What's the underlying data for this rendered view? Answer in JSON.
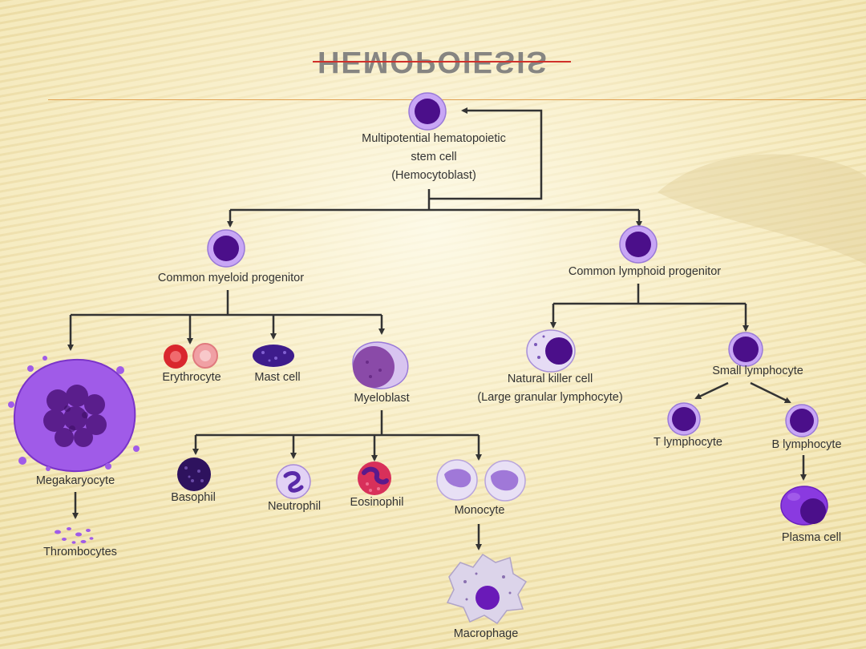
{
  "slide": {
    "title": "HEMOPOIESIS"
  },
  "colors": {
    "background": "#f3e6b3",
    "stripe": "#e8d79a",
    "cell_fill": "#c8a6f5",
    "nucleus": "#4b0f8a",
    "erythrocyte": "#d9272e",
    "eosinophil_granules": "#d8305a",
    "arrow": "#333333"
  },
  "cells": {
    "stem": {
      "line1": "Multipotential hematopoietic",
      "line2": "stem cell",
      "line3": "(Hemocytoblast)"
    },
    "myeloid": "Common myeloid progenitor",
    "lymphoid": "Common lymphoid progenitor",
    "erythrocyte": "Erythrocyte",
    "mast": "Mast cell",
    "myeloblast": "Myeloblast",
    "megakaryocyte": "Megakaryocyte",
    "thrombocytes": "Thrombocytes",
    "basophil": "Basophil",
    "neutrophil": "Neutrophil",
    "eosinophil": "Eosinophil",
    "monocyte": "Monocyte",
    "macrophage": "Macrophage",
    "nk": {
      "line1": "Natural killer cell",
      "line2": "(Large granular lymphocyte)"
    },
    "small_lymphocyte": "Small lymphocyte",
    "t_lymphocyte": "T lymphocyte",
    "b_lymphocyte": "B lymphocyte",
    "plasma": "Plasma cell"
  }
}
